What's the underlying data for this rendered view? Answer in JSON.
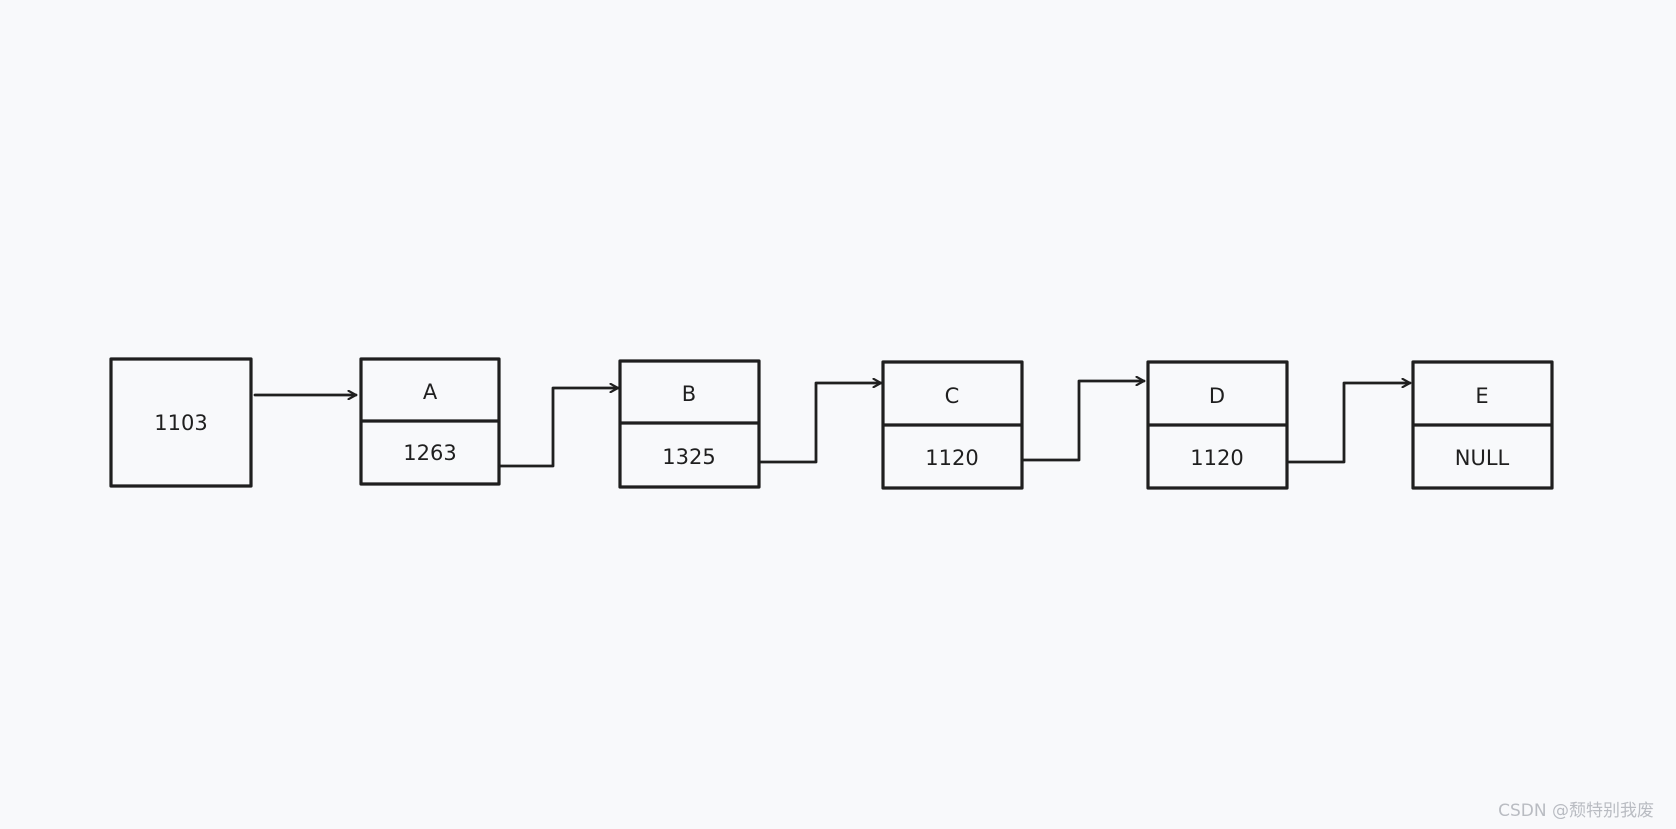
{
  "head": {
    "value": "1103"
  },
  "nodes": [
    {
      "data": "A",
      "next": "1263"
    },
    {
      "data": "B",
      "next": "1325"
    },
    {
      "data": "C",
      "next": "1120"
    },
    {
      "data": "D",
      "next": "1120"
    },
    {
      "data": "E",
      "next": "NULL"
    }
  ],
  "watermark": "CSDN @颓特别我废",
  "colors": {
    "background": "#f8f9fb",
    "stroke": "#1f1f1f",
    "watermark": "#b9bcc2"
  }
}
